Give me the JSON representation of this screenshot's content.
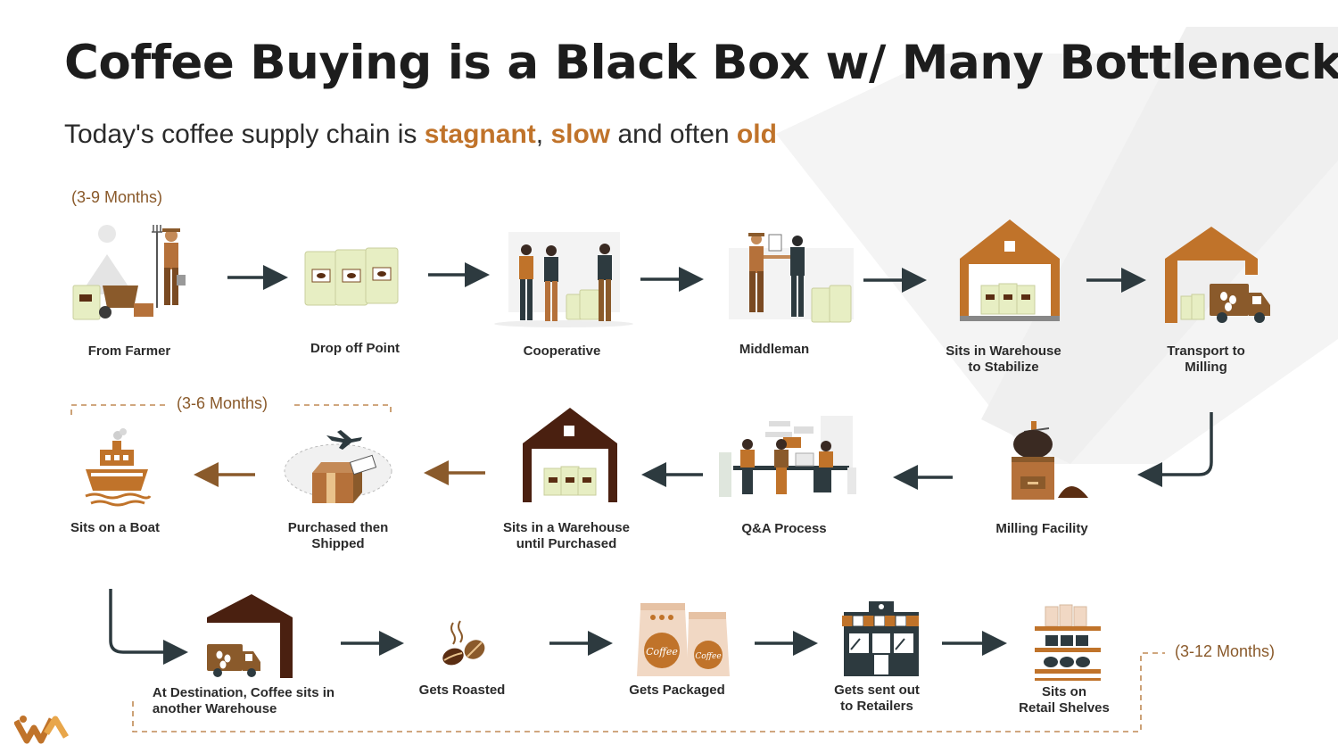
{
  "title": "Coffee Buying is a Black Box w/ Many Bottlenecks",
  "subtitle": {
    "prefix": "Today's coffee supply chain is ",
    "w1": "stagnant",
    "sep1": ", ",
    "w2": "slow",
    "sep2": " and often ",
    "w3": "old"
  },
  "durations": {
    "d1": "(3-9 Months)",
    "d2": "(3-6 Months)",
    "d3": "(3-12 Months)"
  },
  "steps": {
    "s1": "From Farmer",
    "s2": "Drop off Point",
    "s3": "Cooperative",
    "s4": "Middleman",
    "s5_l1": "Sits in Warehouse",
    "s5_l2": "to Stabilize",
    "s6_l1": "Transport to",
    "s6_l2": "Milling",
    "s7": "Milling Facility",
    "s8": "Q&A Process",
    "s9_l1": "Sits in a Warehouse",
    "s9_l2": "until Purchased",
    "s10_l1": "Purchased  then",
    "s10_l2": "Shipped",
    "s11": "Sits on a Boat",
    "s12_l1": "At Destination,  Coffee sits  in",
    "s12_l2": "another Warehouse",
    "s13": "Gets Roasted",
    "s14": "Gets Packaged",
    "s15_l1": "Gets sent out",
    "s15_l2": "to Retailers",
    "s16_l1": "Sits on",
    "s16_l2": "Retail Shelves"
  },
  "package_text": "Coffee",
  "colors": {
    "accent": "#c0732a",
    "brown": "#5a2d12",
    "dark": "#2d3a3f",
    "orange_label": "#c0732a",
    "bag": "#e7eec3"
  }
}
